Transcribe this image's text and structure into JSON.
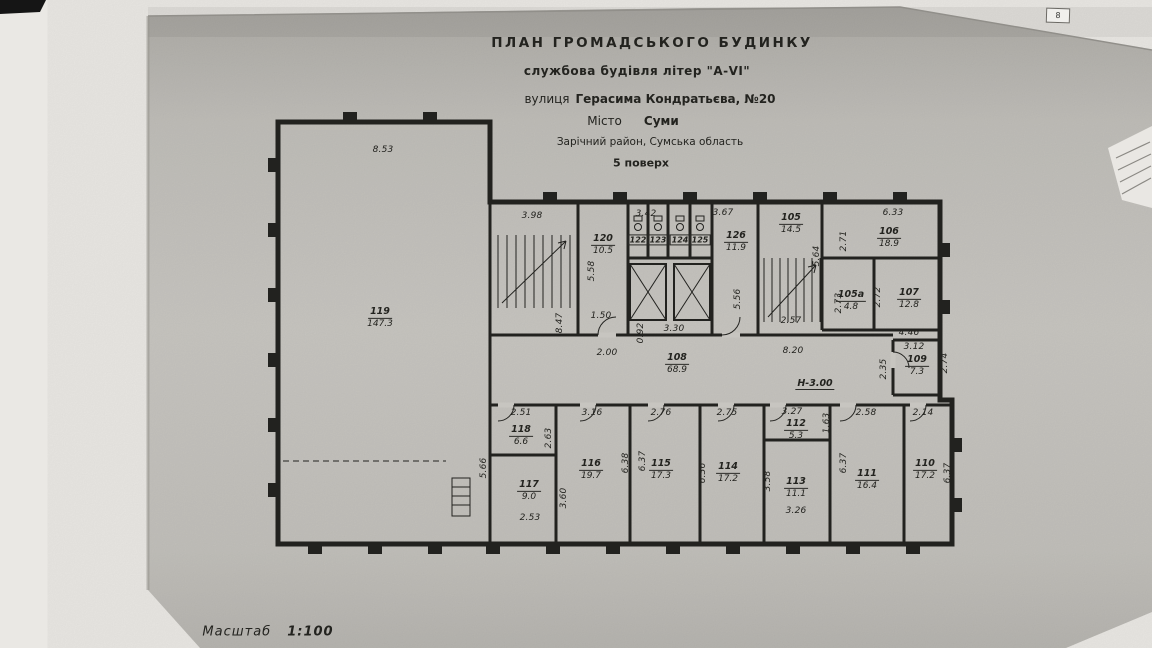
{
  "photo": {
    "page_number": "8"
  },
  "title_block": {
    "line1": "ПЛАН  ГРОМАДСЬКОГО  БУДИНКУ",
    "line2": "службова будівля літер \"А-VI\"",
    "line3_label": "вулиця",
    "line3_value": "Герасима Кондратьєва, №20",
    "line4_label": "Місто",
    "line4_value": "Суми",
    "line5": "Зарічний район, Сумська область",
    "line6": "5 поверх"
  },
  "scale": {
    "label": "Масштаб",
    "value": "1:100"
  },
  "level_mark": "Н-3.00",
  "rooms": {
    "r119": {
      "num": "119",
      "area": "147.3"
    },
    "r120": {
      "num": "120",
      "area": "10.5"
    },
    "r122": {
      "num": "122"
    },
    "r123": {
      "num": "123"
    },
    "r124": {
      "num": "124"
    },
    "r125": {
      "num": "125"
    },
    "r126": {
      "num": "126",
      "area": "11.9"
    },
    "r105": {
      "num": "105",
      "area": "14.5"
    },
    "r106": {
      "num": "106",
      "area": "18.9"
    },
    "r105a": {
      "num": "105а",
      "area": "4.8"
    },
    "r107": {
      "num": "107",
      "area": "12.8"
    },
    "r108": {
      "num": "108",
      "area": "68.9"
    },
    "r109": {
      "num": "109",
      "area": "7.3"
    },
    "r110": {
      "num": "110",
      "area": "17.2"
    },
    "r111": {
      "num": "111",
      "area": "16.4"
    },
    "r112": {
      "num": "112",
      "area": "5.3"
    },
    "r113": {
      "num": "113",
      "area": "11.1"
    },
    "r114": {
      "num": "114",
      "area": "17.2"
    },
    "r115": {
      "num": "115",
      "area": "17.3"
    },
    "r116": {
      "num": "116",
      "area": "19.7"
    },
    "r117": {
      "num": "117",
      "area": "9.0"
    },
    "r118": {
      "num": "118",
      "area": "6.6"
    }
  },
  "dims": {
    "top119": "8.53",
    "stairA_w": "3.98",
    "wc_l": "3.42",
    "wc_r": "3.67",
    "r106_w": "6.33",
    "r106_h": "2.71",
    "r120_h": "5.58",
    "stairB_h": "5.64",
    "corrA_h": "8.47",
    "d150": "1.50",
    "d092": "0.92",
    "d330": "3.30",
    "d556": "5.56",
    "d257": "2.57",
    "r105a_h": "2.73",
    "r107_l": "2.72",
    "r107_w": "4.46",
    "r109_w": "3.12",
    "r109_h": "2.74",
    "r109_l": "2.35",
    "corr_l": "2.00",
    "corr_r": "8.20",
    "r118_w": "2.51",
    "r118_h": "2.63",
    "r116_w": "3.16",
    "r115_w": "2.76",
    "r114_w": "2.75",
    "r112_w": "3.27",
    "r112_h": "1.63",
    "r111_w": "2.58",
    "r110_w": "2.14",
    "r116_h": "6.38",
    "r115_h": "6.37",
    "r114_h": "6.36",
    "r113_l": "3.58",
    "r113_b": "3.26",
    "r111_h": "6.37",
    "r110_h": "6.37",
    "r117_l": "5.66",
    "r117_r": "3.60",
    "r117_b": "2.53"
  }
}
